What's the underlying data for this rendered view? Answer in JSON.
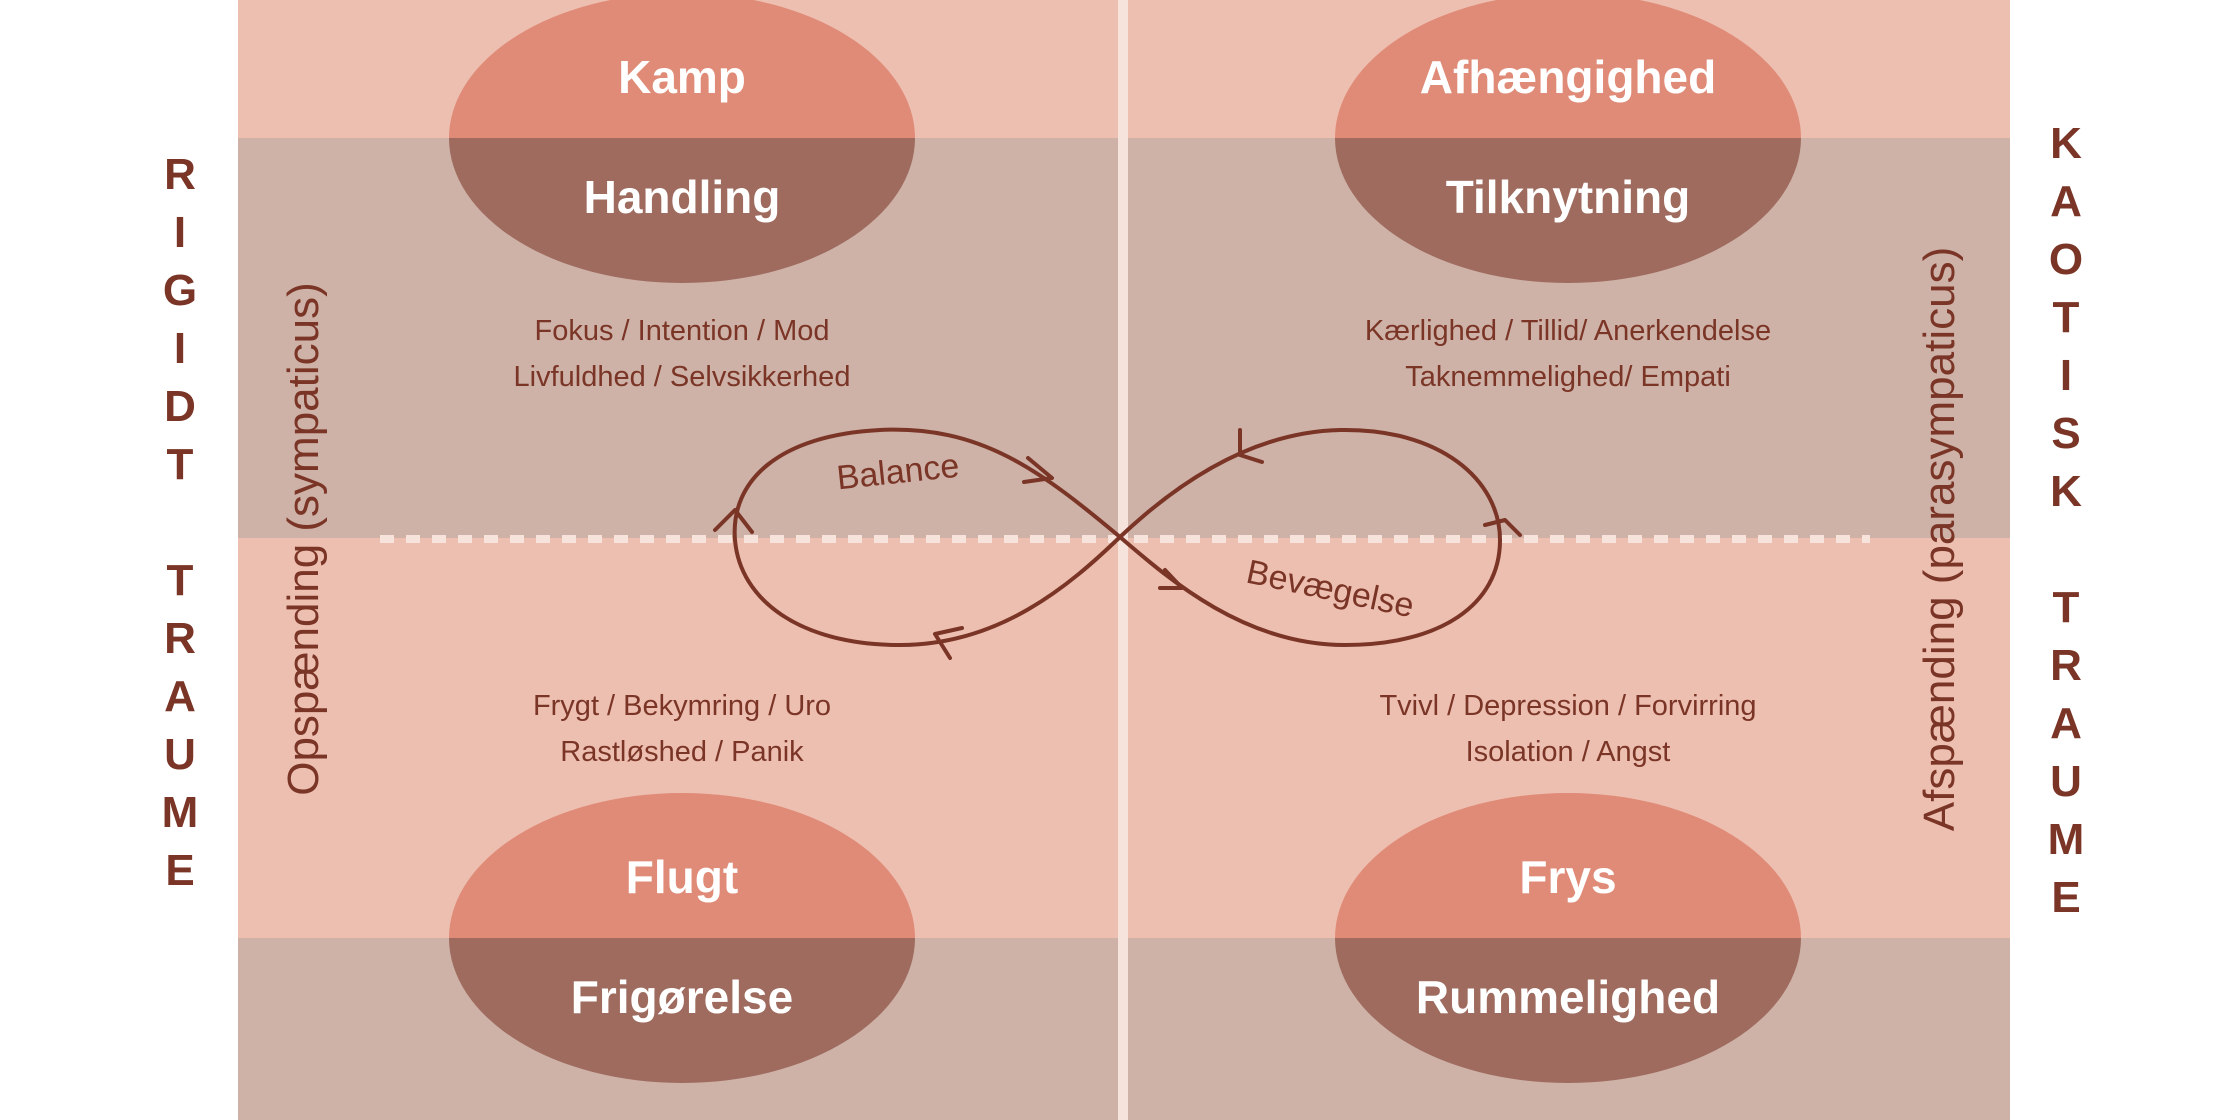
{
  "left_title": [
    "R",
    "I",
    "G",
    "I",
    "D",
    "T",
    "",
    "T",
    "R",
    "A",
    "U",
    "M",
    "E"
  ],
  "right_title": [
    "K",
    "A",
    "O",
    "T",
    "I",
    "S",
    "K",
    "",
    "T",
    "R",
    "A",
    "U",
    "M",
    "E"
  ],
  "left_axis": "Opspænding (sympaticus)",
  "right_axis": "Afspænding (parasympaticus)",
  "quadrants": {
    "top_left": {
      "top": "Kamp",
      "bottom": "Handling",
      "traits": [
        "Fokus / Intention / Mod",
        "Livfuldhed / Selvsikkerhed"
      ]
    },
    "top_right": {
      "top": "Afhængighed",
      "bottom": "Tilknytning",
      "traits": [
        "Kærlighed / Tillid/ Anerkendelse",
        "Taknemmelighed/ Empati"
      ]
    },
    "bottom_left": {
      "top": "Flugt",
      "bottom": "Frigørelse",
      "traits": [
        "Frygt / Bekymring / Uro",
        "Rastløshed / Panik"
      ]
    },
    "bottom_right": {
      "top": "Frys",
      "bottom": "Rummelighed",
      "traits": [
        "Tvivl / Depression / Forvirring",
        "Isolation / Angst"
      ]
    }
  },
  "loop_labels": {
    "left": "Balance",
    "right": "Bevægelse"
  },
  "colors": {
    "light_band": "#edbfb1",
    "dark_band": "#ceb1a7",
    "oval_top": "#e08b77",
    "oval_bottom": "#9e6b5e",
    "text": "#7a3526",
    "divider": "#f5e3dc"
  }
}
